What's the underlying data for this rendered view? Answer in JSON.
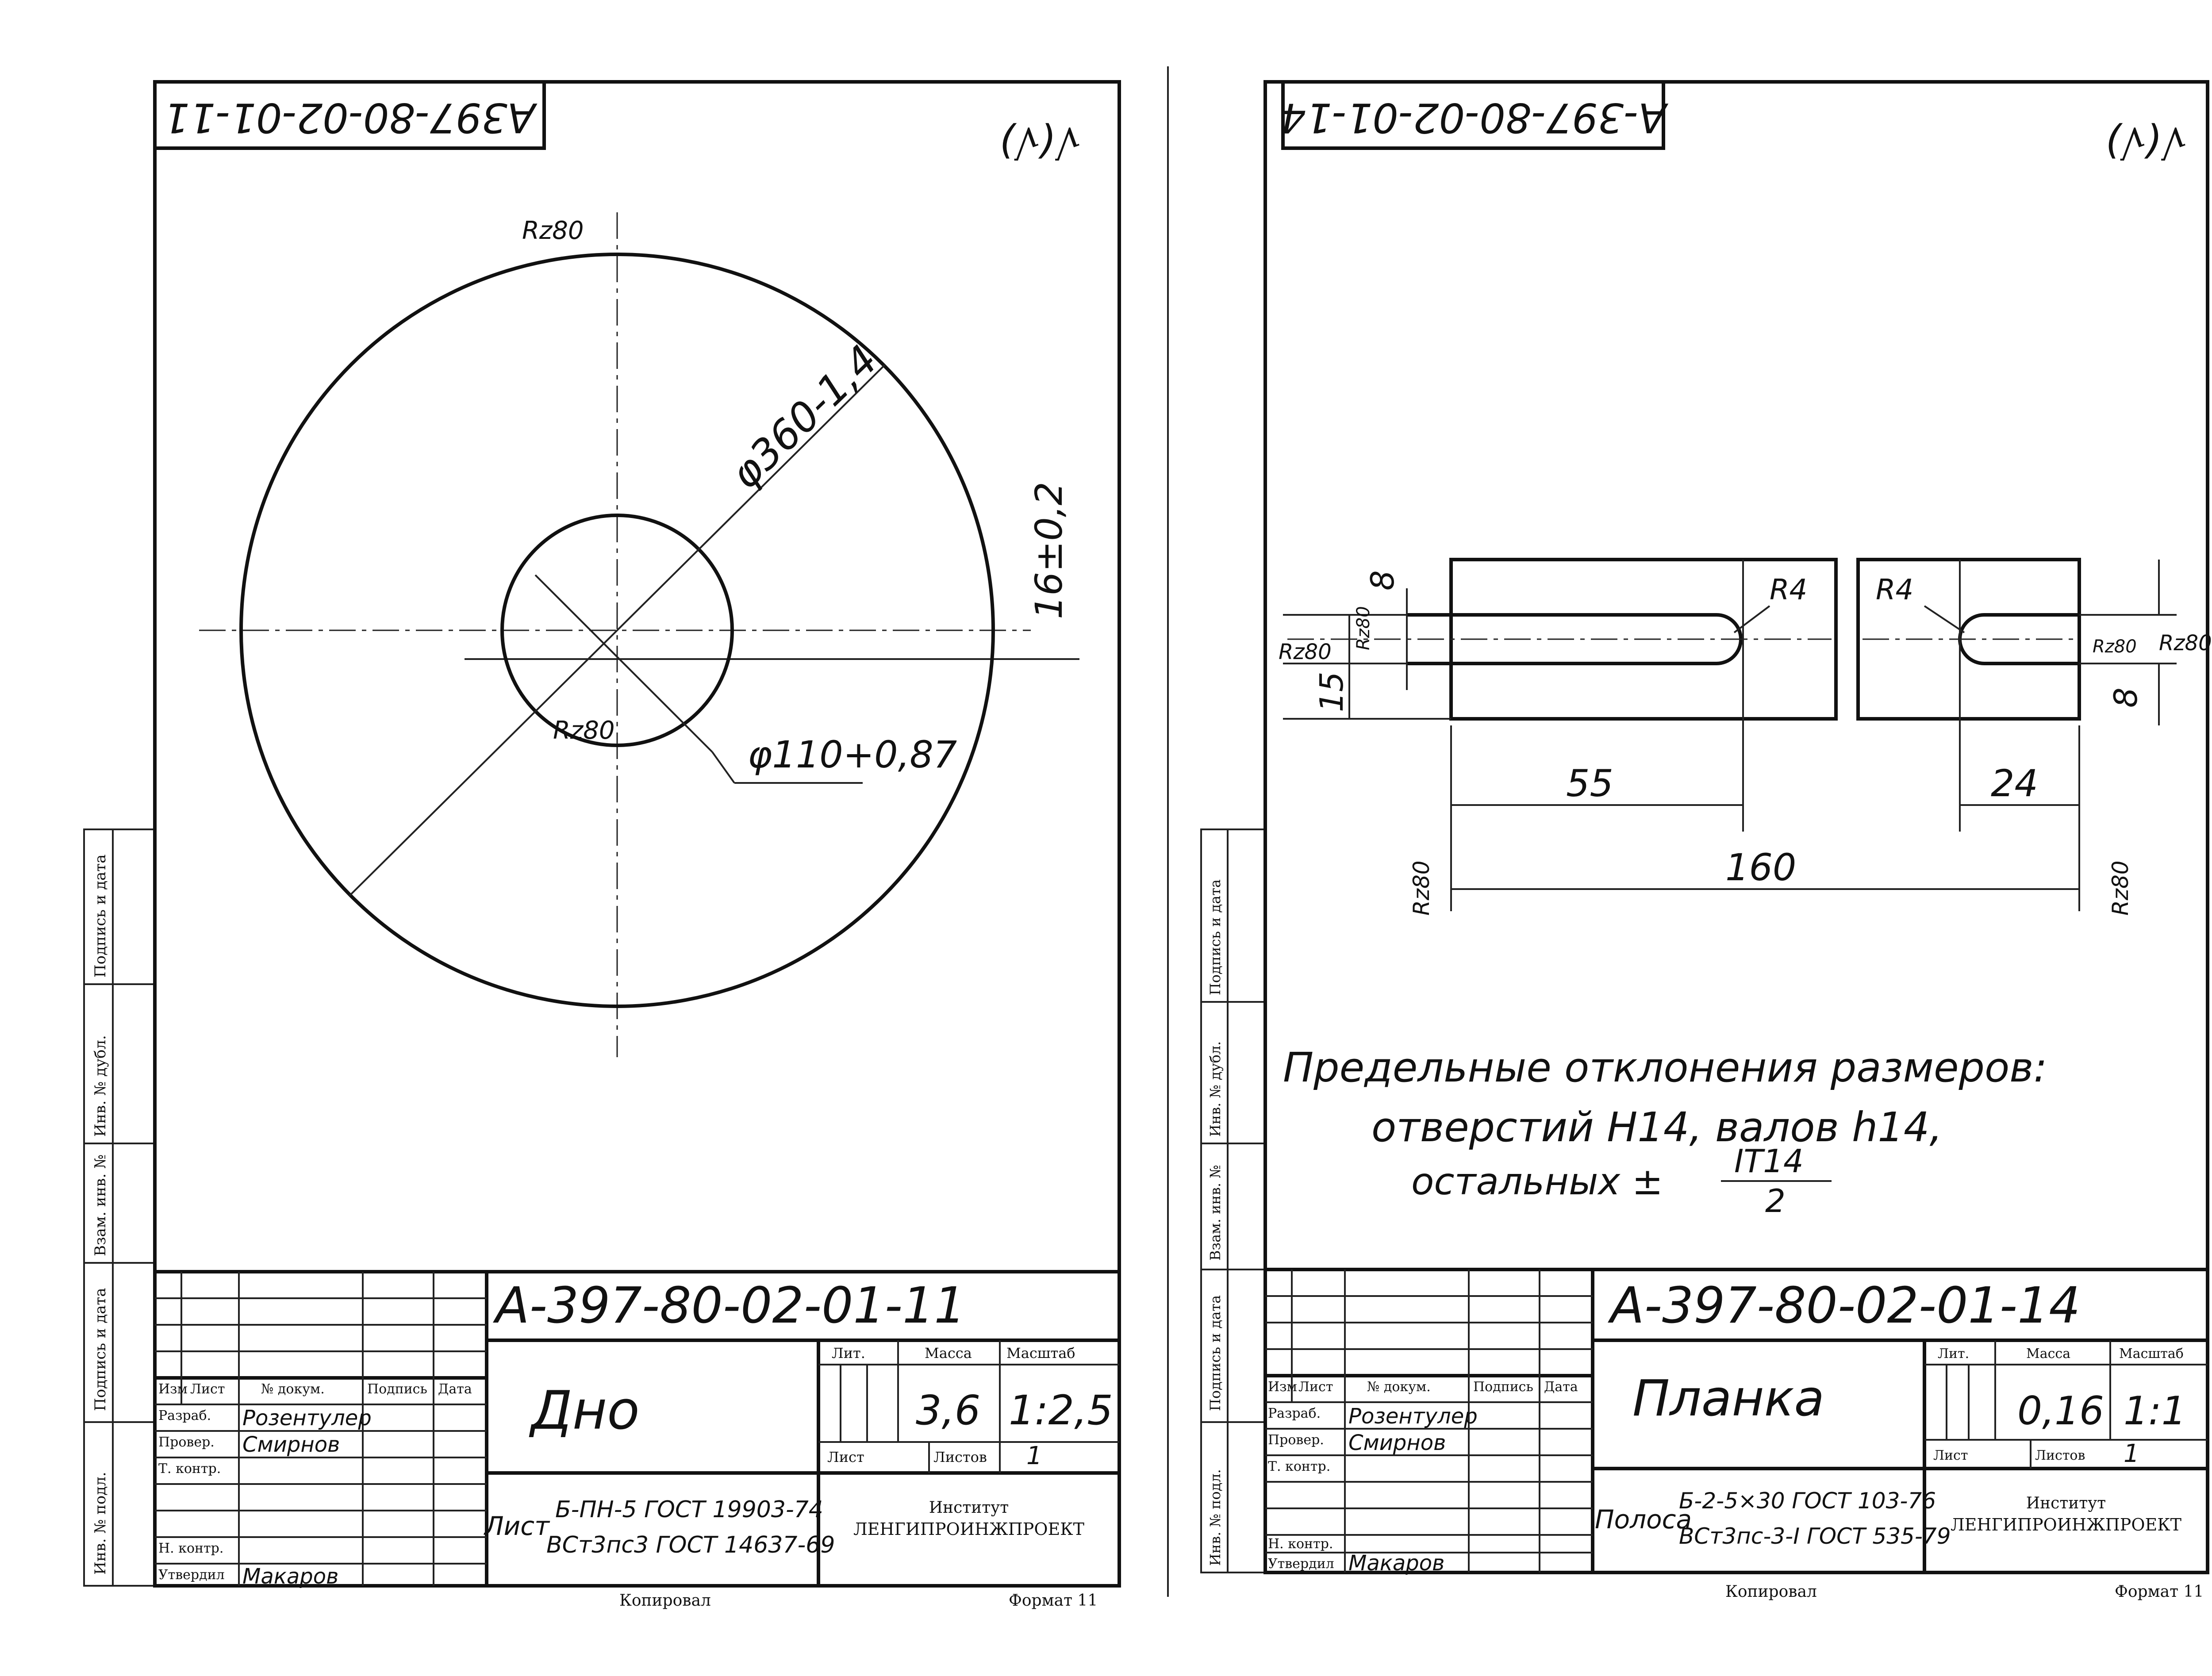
{
  "left_sheet": {
    "stamp_top": "A397-80-02-01-11",
    "roughness_corner": "√(√)",
    "roughness_outer": "Rz80",
    "roughness_inner": "Rz80",
    "dim_outer_diameter": "φ360-1,4",
    "dim_inner_diameter": "φ110+0,87",
    "dim_thickness": "16±0,2",
    "title_block": {
      "designation": "А-397-80-02-01-11",
      "part_name": "Дно",
      "lit_header": "Лит.",
      "mass_header": "Масса",
      "scale_header": "Масштаб",
      "mass": "3,6",
      "scale": "1:2,5",
      "sheet_label": "Лист",
      "sheets_label": "Листов",
      "sheets_count": "1",
      "material_prefix": "Лист",
      "material_line1": "Б-ПН-5 ГОСТ 19903-74",
      "material_line2": "ВСт3пс3 ГОСТ 14637-69",
      "org_line1": "Институт",
      "org_line2": "ЛЕНГИПРОИНЖПРОЕКТ",
      "col_headers": [
        "Изм",
        "Лист",
        "№ докум.",
        "Подпись",
        "Дата"
      ],
      "roles": [
        "Разраб.",
        "Провер.",
        "Т. контр.",
        "",
        "Н. контр.",
        "Утвердил"
      ],
      "names": [
        "Розентулер",
        "Смирнов",
        "",
        "",
        "",
        "Макаров"
      ]
    },
    "side_labels": [
      "Инв. № подл.",
      "Подпись и дата",
      "Взам. инв. №",
      "Инв. № дубл.",
      "Подпись и дата"
    ],
    "footer_left": "Копировал",
    "footer_right": "Формат 11"
  },
  "right_sheet": {
    "stamp_top": "А-397-80-02-01-14",
    "roughness_corner": "√(√)",
    "dim_8_top": "8",
    "dim_8_bottom": "8",
    "dim_15": "15",
    "dim_R4_left": "R4",
    "dim_R4_right": "R4",
    "rz_left": "Rz80",
    "rz_inner_left": "Rz80",
    "rz_inner_right": "Rz80",
    "rz_right": "Rz80",
    "rz_bottom_left": "Rz80",
    "rz_bottom_right": "Rz80",
    "dim_55": "55",
    "dim_24": "24",
    "dim_160": "160",
    "note_line1": "Предельные отклонения размеров:",
    "note_line2": "отверстий H14, валов h14,",
    "note_line3_prefix": "остальных ±",
    "note_fraction_num": "IT14",
    "note_fraction_den": "2",
    "title_block": {
      "designation": "А-397-80-02-01-14",
      "part_name": "Планка",
      "lit_header": "Лит.",
      "mass_header": "Масса",
      "scale_header": "Масштаб",
      "mass": "0,16",
      "scale": "1:1",
      "sheet_label": "Лист",
      "sheets_label": "Листов",
      "sheets_count": "1",
      "material_prefix": "Полоса",
      "material_line1": "Б-2-5×30 ГОСТ 103-76",
      "material_line2": "ВСт3пс-3-I ГОСТ 535-79",
      "org_line1": "Институт",
      "org_line2": "ЛЕНГИПРОИНЖПРОЕКТ",
      "col_headers": [
        "Изм",
        "Лист",
        "№ докум.",
        "Подпись",
        "Дата"
      ],
      "roles": [
        "Разраб.",
        "Провер.",
        "Т. контр.",
        "",
        "Н. контр.",
        "Утвердил"
      ],
      "names": [
        "Розентулер",
        "Смирнов",
        "",
        "",
        "",
        "Макаров"
      ]
    },
    "side_labels": [
      "Инв. № подл.",
      "Подпись и дата",
      "Взам. инв. №",
      "Инв. № дубл.",
      "Подпись и дата"
    ],
    "footer_left": "Копировал",
    "footer_right": "Формат 11"
  }
}
